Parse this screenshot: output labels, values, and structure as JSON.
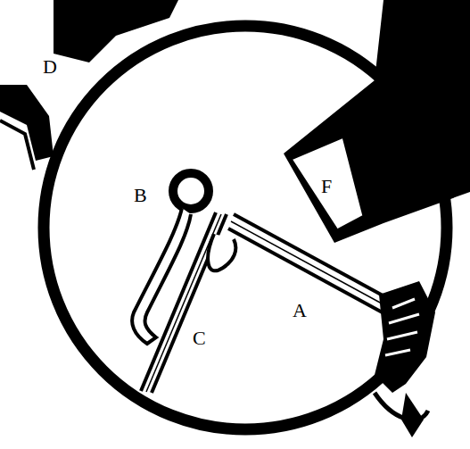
{
  "diagram": {
    "labels": [
      "D",
      "F",
      "B",
      "A",
      "C"
    ]
  }
}
